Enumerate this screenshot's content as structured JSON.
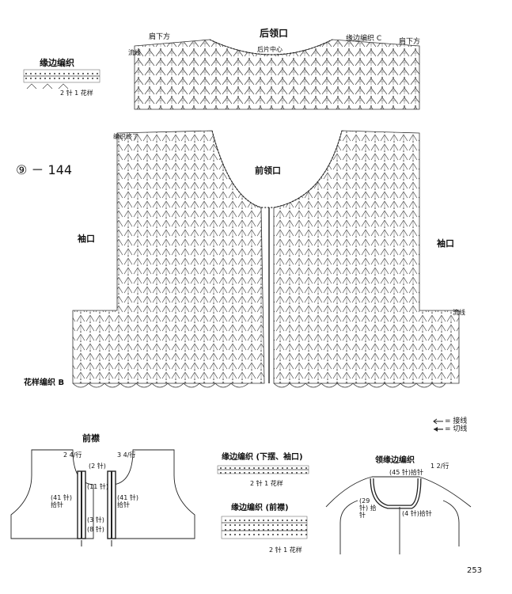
{
  "page": {
    "number": "253",
    "pattern_code": "⑨ － 144"
  },
  "back_panel": {
    "title": "后领口",
    "shoulder_left": "肩下方",
    "shoulder_right": "肩下方",
    "edging_label": "缘边编织 C",
    "center_label": "后片中心",
    "join_label": "流线"
  },
  "front_panel": {
    "neck_label": "前领口",
    "armhole_left": "袖口",
    "armhole_right": "袖口",
    "join_label": "流线",
    "start_label": "花样编织 B",
    "left_top_label": "编织终了"
  },
  "edging_swatch_top": {
    "title": "缘边编织",
    "repeat": "2 针 1 花样"
  },
  "legend": {
    "join": "= 接线",
    "cut": "= 切线"
  },
  "front_band": {
    "title": "前襟",
    "top_fraction_left": "2 4/行",
    "top_fraction_right": "3 4/行",
    "stitches_2": "(2 针)",
    "stitches_11": "(11 针)",
    "pickup_left": "(41 针) 拾针",
    "pickup_right": "(41 针) 拾针",
    "stitches_3": "(3 针)",
    "stitches_8": "(8 针)"
  },
  "edging_hem": {
    "title": "缘边编织 (下摆、袖口)",
    "repeat": "2 针 1 花样"
  },
  "edging_front": {
    "title": "缘边编织 (前襟)",
    "repeat": "2 针 1 花样"
  },
  "collar": {
    "title": "领缘边编织",
    "pickup_back": "(45 针)拾针",
    "fraction": "1 2/行",
    "pickup_side": "(29 针) 拾针",
    "pickup_center": "(4 针)拾针"
  }
}
